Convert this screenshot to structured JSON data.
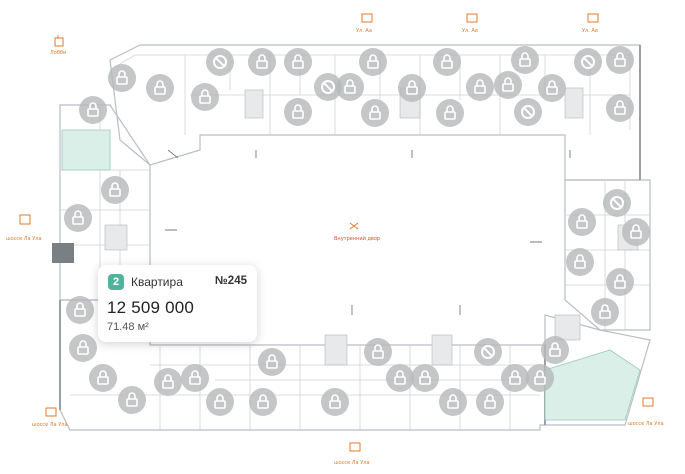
{
  "selected_apartment": {
    "rooms": "2",
    "type_label": "Квартира",
    "number": "№245",
    "price": "12 509 000",
    "area": "71.48 м²"
  },
  "plan_labels": {
    "top_left": "Лобби",
    "top_1": "Ул. Aa",
    "top_2": "Ул. Aa",
    "top_3": "Ул. Aa",
    "left": "шоссе Ла Ула",
    "center": "Внутренний двор",
    "right": "шоссе Ла Ула",
    "bottom_left": "шоссе Ла Ула",
    "bottom": "шоссе Ла Ула"
  },
  "colors": {
    "available_unit": "#d9efe8",
    "selected_badge": "#4fb59a",
    "locked_marker": "#b7b9bb",
    "label_accent": "#e07a2e"
  },
  "marker_icons": {
    "locked": "lock-icon",
    "unavailable": "ban-icon"
  }
}
